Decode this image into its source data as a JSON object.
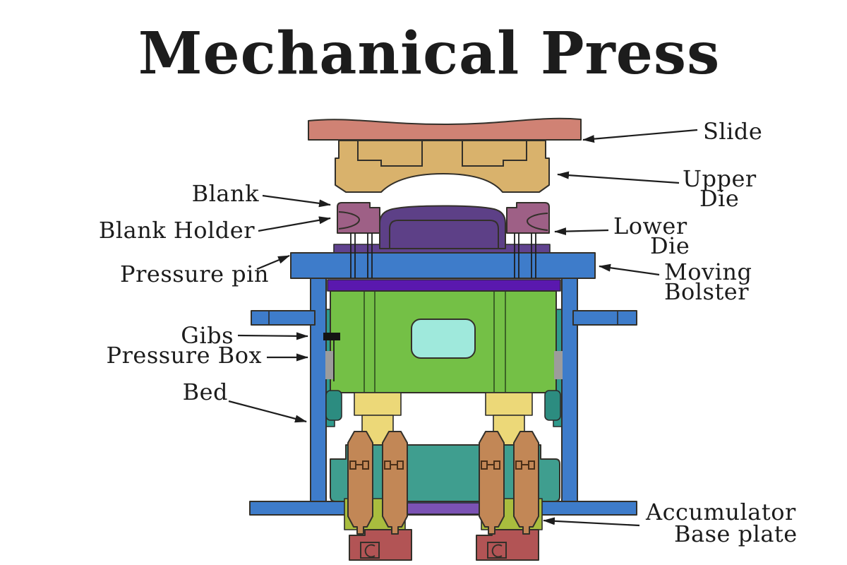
{
  "title": "Mechanical Press",
  "labels": {
    "slide": "Slide",
    "upper_die": [
      "Upper",
      "Die"
    ],
    "lower_die": [
      "Lower",
      "Die"
    ],
    "moving_bolster": [
      "Moving",
      "Bolster"
    ],
    "blank": "Blank",
    "blank_holder": "Blank Holder",
    "pressure_pin": "Pressure pin",
    "gibs": "Gibs",
    "pressure_box": "Pressure Box",
    "bed": "Bed",
    "accumulator": [
      "Accumulator",
      "Base plate"
    ]
  },
  "palette": {
    "background": "#ffffff",
    "text": "#1c1c1c",
    "slide_salmon": "#d08274",
    "die_tan": "#d9b26c",
    "holder_mauve": "#9e6086",
    "lower_die_purple": "#5d4087",
    "plinth_purple": "#60428f",
    "bolster_blue": "#3e7cca",
    "violet_bar": "#5a18ae",
    "box_green": "#74c046",
    "window_cyan": "#9fe9dc",
    "teal": "#2f9a8c",
    "teal_dark": "#2c8c80",
    "tank_teal": "#3f9e8f",
    "gray": "#9c9c9c",
    "gib_black": "#141414",
    "piston_yellow": "#ecd878",
    "cylinder_brown": "#c28756",
    "olive": "#a9bd3e",
    "plate_red": "#b25455",
    "base_purple": "#7b52b4",
    "arrow": "#1d1d1d"
  }
}
